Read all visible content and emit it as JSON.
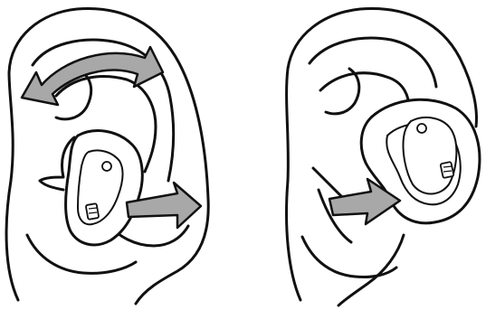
{
  "colors": {
    "line": "#111111",
    "arrow_fill": "#a8a8a8",
    "device_fill": "#ffffff"
  },
  "panels": [
    {
      "name": "left-ear",
      "arrows": [
        "rotation-arrow",
        "push-arrow"
      ],
      "icons": [
        "ear-icon",
        "earpiece-icon"
      ]
    },
    {
      "name": "right-ear",
      "arrows": [
        "push-arrow"
      ],
      "icons": [
        "ear-icon",
        "earpiece-icon"
      ]
    }
  ]
}
